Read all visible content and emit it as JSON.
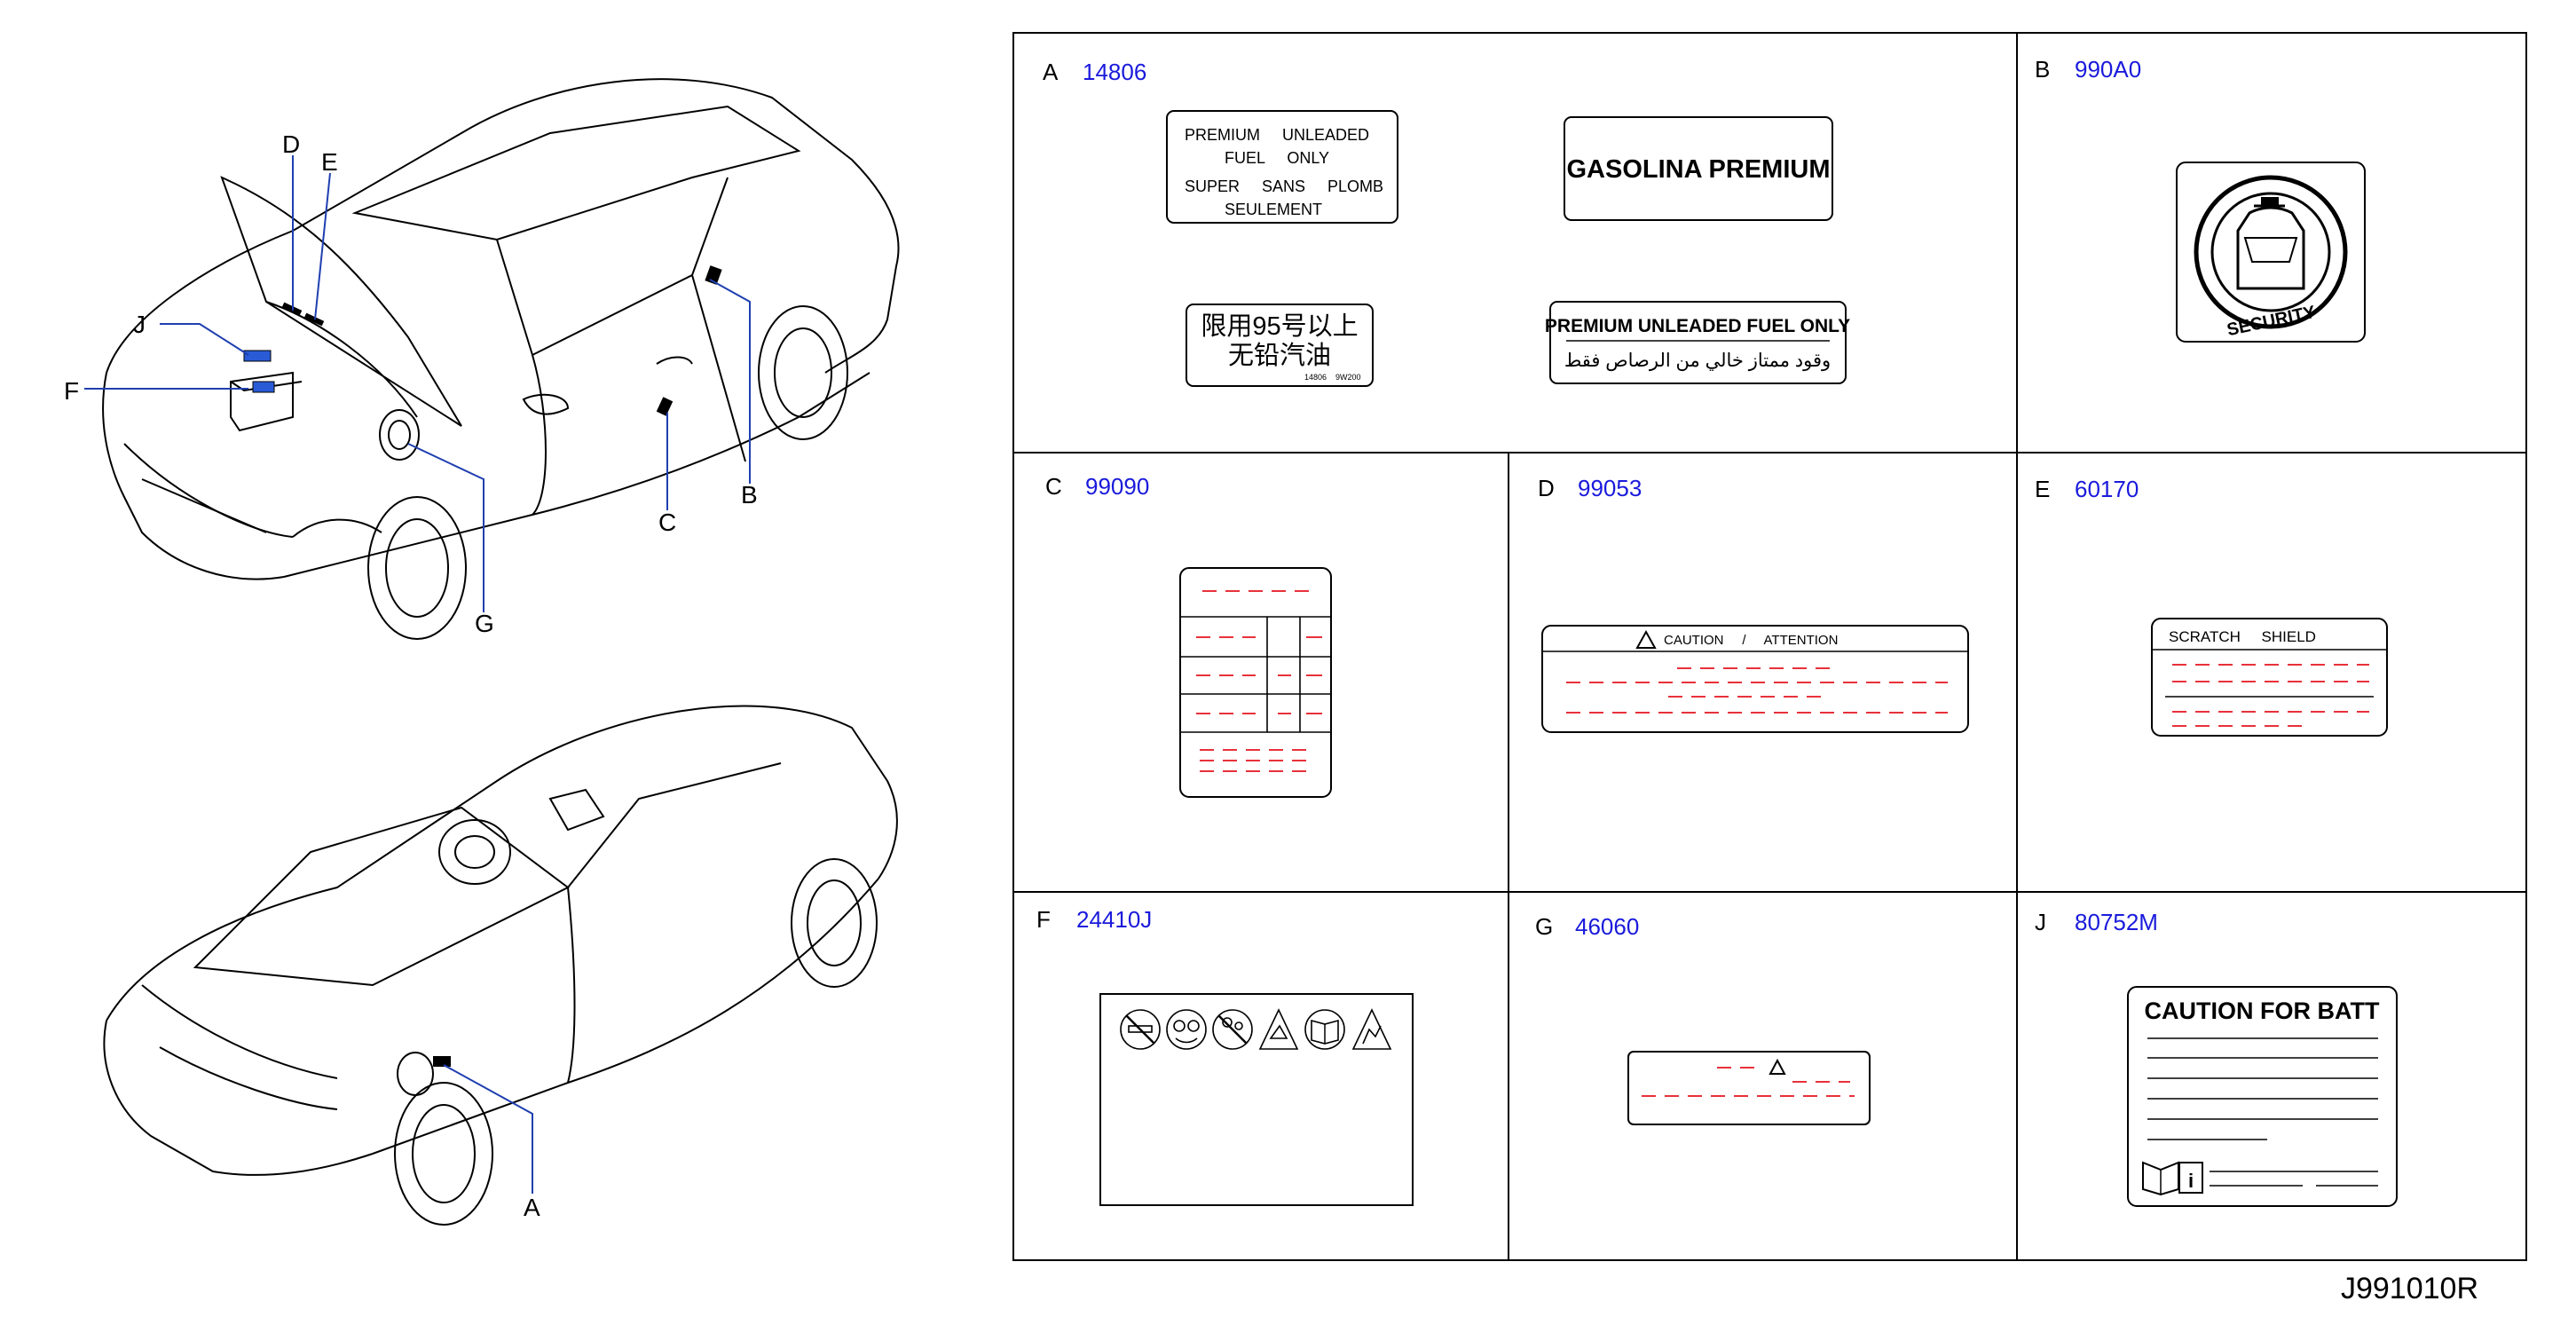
{
  "diagram_code": "J991010R",
  "callouts": {
    "A": "A",
    "B": "B",
    "C": "C",
    "D": "D",
    "E": "E",
    "F": "F",
    "G": "G",
    "J": "J"
  },
  "panels": {
    "A": {
      "letter": "A",
      "code": "14806"
    },
    "B": {
      "letter": "B",
      "code": "990A0"
    },
    "C": {
      "letter": "C",
      "code": "99090"
    },
    "D": {
      "letter": "D",
      "code": "99053"
    },
    "E": {
      "letter": "E",
      "code": "60170"
    },
    "F": {
      "letter": "F",
      "code": "24410J"
    },
    "G": {
      "letter": "G",
      "code": "46060"
    },
    "J": {
      "letter": "J",
      "code": "80752M"
    }
  },
  "labels": {
    "fuel_en_line1": "PREMIUM     UNLEADED",
    "fuel_en_line2": "FUEL     ONLY",
    "fuel_fr_line1": "SUPER     SANS     PLOMB",
    "fuel_fr_line2": "SEULEMENT",
    "gasolina": "GASOLINA PREMIUM",
    "chinese_line1": "限用95号以上",
    "chinese_line2": "无铅汽油",
    "chinese_small1": "14806",
    "chinese_small2": "9W200",
    "premium_fuel": "PREMIUM UNLEADED FUEL ONLY",
    "arabic": "وقود ممتاز خالي من الرصاص فقط",
    "security": "SECURITY",
    "caution_attention": "CAUTION     /     ATTENTION",
    "scratch_shield": "SCRATCH     SHIELD",
    "caution_batt": "CAUTION FOR BATT"
  },
  "colors": {
    "code_blue": "#1a1adc",
    "leader_blue": "#1f3fb0",
    "placeholder_red": "#e8313a"
  }
}
